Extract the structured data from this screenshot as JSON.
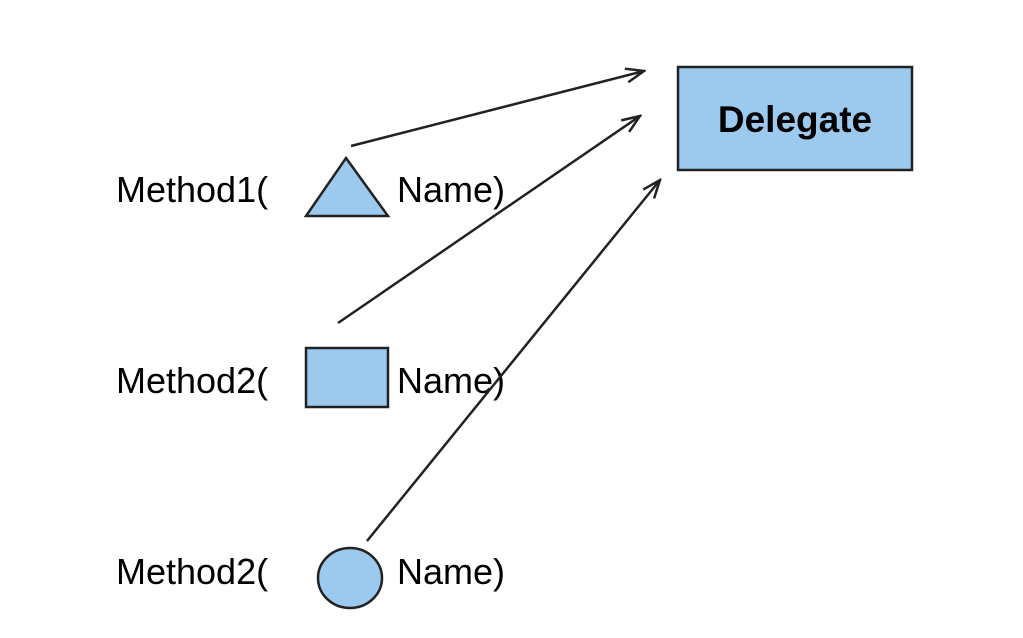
{
  "delegate": {
    "label": "Delegate"
  },
  "methods": [
    {
      "prefix": "Method1(",
      "suffix": "Name)",
      "shape": "triangle"
    },
    {
      "prefix": "Method2(",
      "suffix": "Name)",
      "shape": "square"
    },
    {
      "prefix": "Method2(",
      "suffix": "Name)",
      "shape": "circle"
    }
  ],
  "colors": {
    "shape_fill": "#9CC9EE",
    "stroke": "#222222",
    "arrow": "#222222"
  }
}
